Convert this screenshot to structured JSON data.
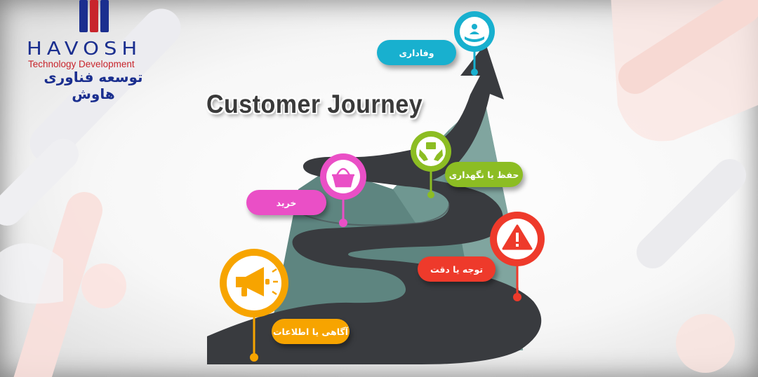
{
  "brand": {
    "name": "HAVOSH",
    "subtitle": "Technology  Development",
    "persian_name": "توسعه فناوری هاوش",
    "colors": {
      "navy": "#1b2f8f",
      "red": "#c8242b"
    }
  },
  "diagram": {
    "title": "Customer Journey",
    "stages": [
      {
        "id": "awareness",
        "label": "آگاهی یا اطلاعات",
        "color": "#f7a400",
        "icon": "megaphone-icon"
      },
      {
        "id": "attention",
        "label": "توجه یا دقت",
        "color": "#ee3a2b",
        "icon": "warning-icon"
      },
      {
        "id": "purchase",
        "label": "خرید",
        "color": "#ea4fc6",
        "icon": "shopping-basket-icon"
      },
      {
        "id": "retention",
        "label": "حفظ یا نگهداری",
        "color": "#8cbd23",
        "icon": "hands-holding-box-icon"
      },
      {
        "id": "loyalty",
        "label": "وفاداری",
        "color": "#18b0cf",
        "icon": "hand-holding-person-icon"
      }
    ],
    "road_color": "#393b3f",
    "mountain_color": "#5e8580"
  }
}
